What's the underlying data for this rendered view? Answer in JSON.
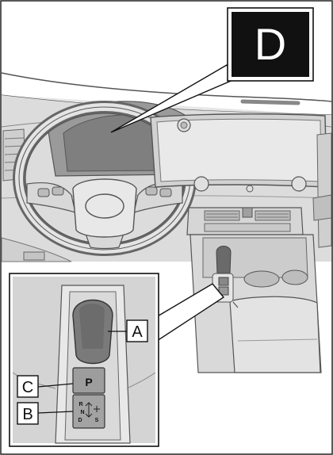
{
  "callouts": {
    "display": "D",
    "shift_lever": "A",
    "p_button": "C",
    "shift_pattern": "B"
  },
  "shifter_markings": {
    "park": "P",
    "reverse": "R",
    "neutral": "N",
    "drive": "D",
    "sport": "S"
  }
}
